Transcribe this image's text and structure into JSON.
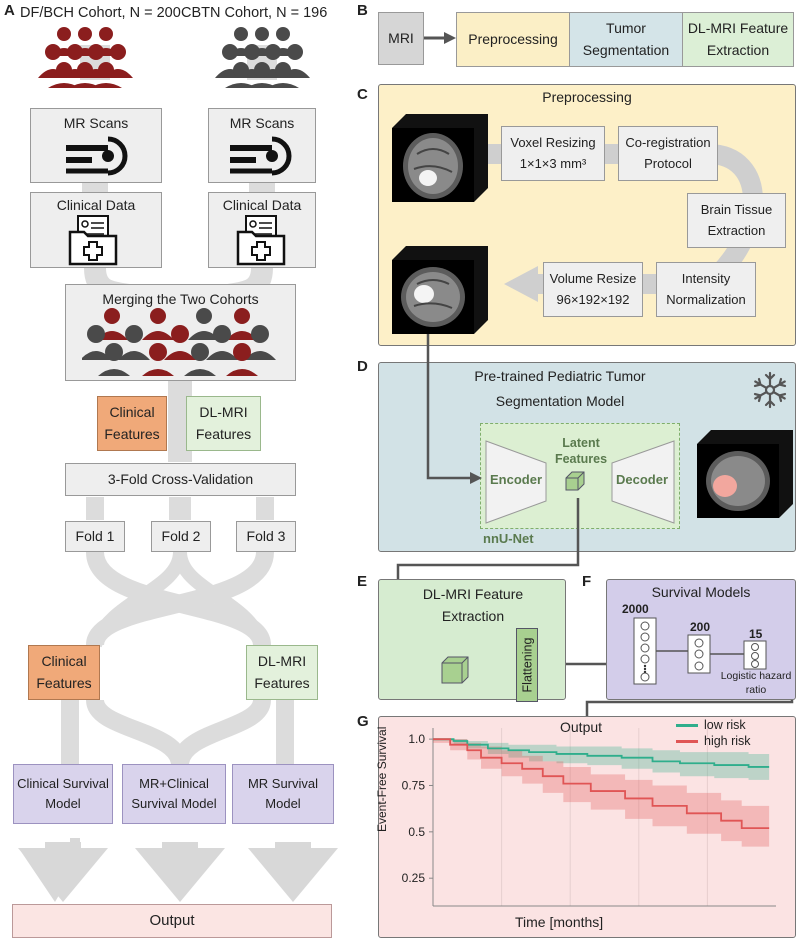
{
  "panel_letters": {
    "a": "A",
    "b": "B",
    "c": "C",
    "d": "D",
    "e": "E",
    "f": "F",
    "g": "G"
  },
  "panel_a": {
    "cohort_left": "DF/BCH Cohort, N = 200",
    "cohort_right": "CBTN Cohort, N = 196",
    "mr_scans": "MR Scans",
    "clinical_data": "Clinical Data",
    "merging": "Merging the Two Cohorts",
    "clinical_features": [
      "Clinical",
      "Features"
    ],
    "dl_mri_features": [
      "DL-MRI",
      "Features"
    ],
    "cross_validation": "3-Fold Cross-Validation",
    "folds": [
      "Fold 1",
      "Fold 2",
      "Fold 3"
    ],
    "models": [
      [
        "Clinical Survival",
        "Model"
      ],
      [
        "MR+Clinical",
        "Survival Model"
      ],
      [
        "MR Survival",
        "Model"
      ]
    ],
    "output": "Output"
  },
  "panel_b": {
    "mri": "MRI",
    "preprocessing": "Preprocessing",
    "tumor_segmentation": [
      "Tumor",
      "Segmentation"
    ],
    "dl_feature_extraction": [
      "DL-MRI Feature",
      "Extraction"
    ]
  },
  "panel_c": {
    "title": "Preprocessing",
    "voxel_resizing": [
      "Voxel Resizing",
      "1×1×3 mm³"
    ],
    "coregistration": [
      "Co-registration",
      "Protocol"
    ],
    "brain_tissue": [
      "Brain Tissue",
      "Extraction"
    ],
    "intensity": [
      "Intensity",
      "Normalization"
    ],
    "volume_resize": [
      "Volume Resize",
      "96×192×192"
    ]
  },
  "panel_d": {
    "title": [
      "Pre-trained Pediatric Tumor",
      "Segmentation Model"
    ],
    "encoder": "Encoder",
    "decoder": "Decoder",
    "latent": [
      "Latent",
      "Features"
    ],
    "nnunet": "nnU-Net"
  },
  "panel_e": {
    "title": [
      "DL-MRI Feature",
      "Extraction"
    ],
    "flattening": "Flattening"
  },
  "panel_f": {
    "title": "Survival Models",
    "layer_sizes": [
      "2000",
      "200",
      "15"
    ],
    "hazard": [
      "Logistic hazard",
      "ratio"
    ]
  },
  "chart_data": {
    "type": "line",
    "title": "Output",
    "xlabel": "Time [months]",
    "ylabel": "Event-Free Survival",
    "ylim": [
      0.1,
      1.06
    ],
    "yticks": [
      "1.0",
      "0.75",
      "0.5",
      "0.25"
    ],
    "xlim": [
      0,
      100
    ],
    "grid": true,
    "legend_position": "top-right",
    "series": [
      {
        "name": "low risk",
        "color": "#2fae8c",
        "x": [
          0,
          6,
          10,
          16,
          22,
          28,
          36,
          45,
          55,
          64,
          72,
          82,
          92,
          98
        ],
        "y": [
          1.0,
          0.99,
          0.97,
          0.95,
          0.94,
          0.93,
          0.92,
          0.91,
          0.9,
          0.88,
          0.87,
          0.86,
          0.85,
          0.85
        ],
        "lower": [
          0.99,
          0.97,
          0.95,
          0.92,
          0.9,
          0.88,
          0.87,
          0.86,
          0.84,
          0.82,
          0.8,
          0.79,
          0.78,
          0.78
        ],
        "upper": [
          1.0,
          1.0,
          0.99,
          0.98,
          0.97,
          0.97,
          0.96,
          0.96,
          0.95,
          0.94,
          0.93,
          0.93,
          0.92,
          0.92
        ]
      },
      {
        "name": "high risk",
        "color": "#e05555",
        "x": [
          0,
          5,
          10,
          14,
          20,
          26,
          32,
          38,
          46,
          56,
          64,
          74,
          84,
          90,
          98
        ],
        "y": [
          1.0,
          0.97,
          0.94,
          0.9,
          0.87,
          0.84,
          0.8,
          0.76,
          0.72,
          0.68,
          0.64,
          0.6,
          0.56,
          0.52,
          0.52
        ],
        "lower": [
          0.98,
          0.94,
          0.89,
          0.84,
          0.8,
          0.76,
          0.71,
          0.66,
          0.62,
          0.57,
          0.53,
          0.49,
          0.45,
          0.42,
          0.42
        ],
        "upper": [
          1.0,
          1.0,
          0.98,
          0.96,
          0.94,
          0.91,
          0.88,
          0.85,
          0.81,
          0.78,
          0.75,
          0.71,
          0.67,
          0.64,
          0.64
        ]
      }
    ]
  }
}
